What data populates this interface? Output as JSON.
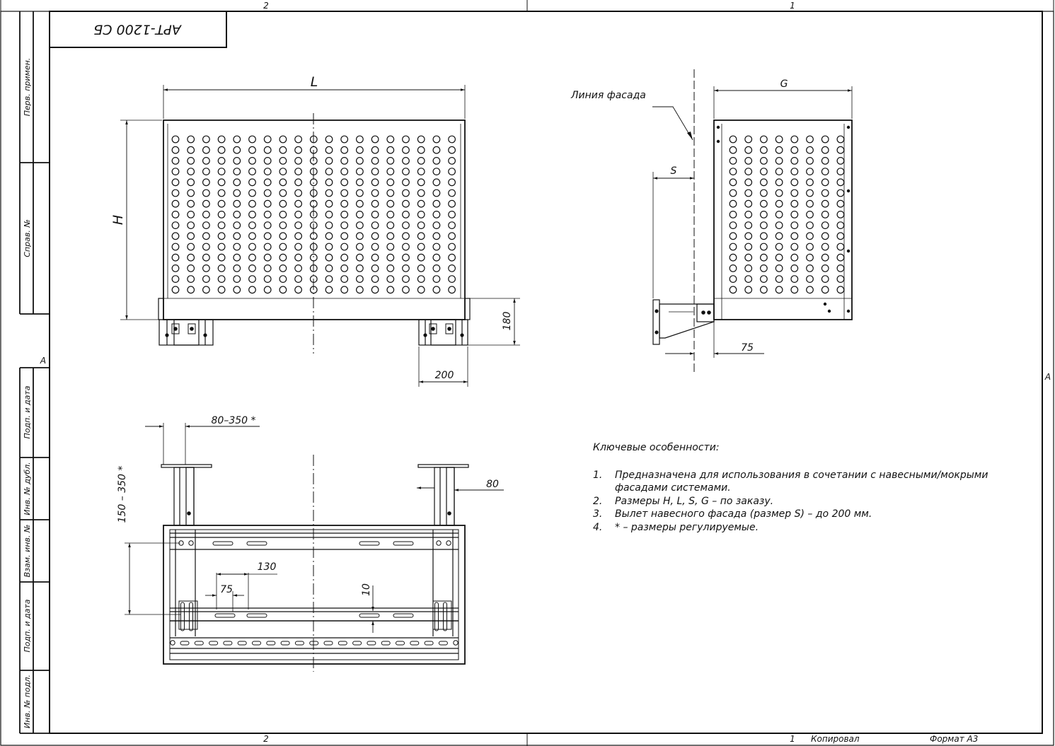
{
  "frame": {
    "zone_top_left": "2",
    "zone_top_right": "1",
    "zone_bottom_left": "2",
    "zone_bottom_right": "1",
    "zone_left_a": "A",
    "zone_right_a": "A"
  },
  "designation_box": "АРТ-1200 СБ",
  "side_stamps": [
    "Перв. примен.",
    "Справ. №",
    "Подп. и дата",
    "Инв. № дубл.",
    "Взам. инв. №",
    "Подп. и дата",
    "Инв. № подл."
  ],
  "front_view": {
    "dim_l": "L",
    "dim_h": "H",
    "dim_180": "180",
    "dim_200": "200"
  },
  "side_view": {
    "dim_g": "G",
    "dim_s": "S",
    "dim_75": "75",
    "facade_label": "Линия фасада"
  },
  "top_view": {
    "dim_80_350": "80–350 *",
    "dim_150_350": "150 – 350 *",
    "dim_80": "80",
    "dim_130": "130",
    "dim_75": "75",
    "dim_10": "10"
  },
  "notes": {
    "title": "Ключевые особенности:",
    "items": [
      {
        "num": "1.",
        "text": "Предназначена для использования в сочетании с навесными/мокрыми фасадами системами."
      },
      {
        "num": "2.",
        "text": "Размеры H, L, S, G – по заказу."
      },
      {
        "num": "3.",
        "text": "Вылет навесного фасада (размер S) – до 200 мм."
      },
      {
        "num": "4.",
        "text": "* – размеры регулируемые."
      }
    ]
  },
  "footer": {
    "copied": "Копировал",
    "format": "Формат А3"
  }
}
